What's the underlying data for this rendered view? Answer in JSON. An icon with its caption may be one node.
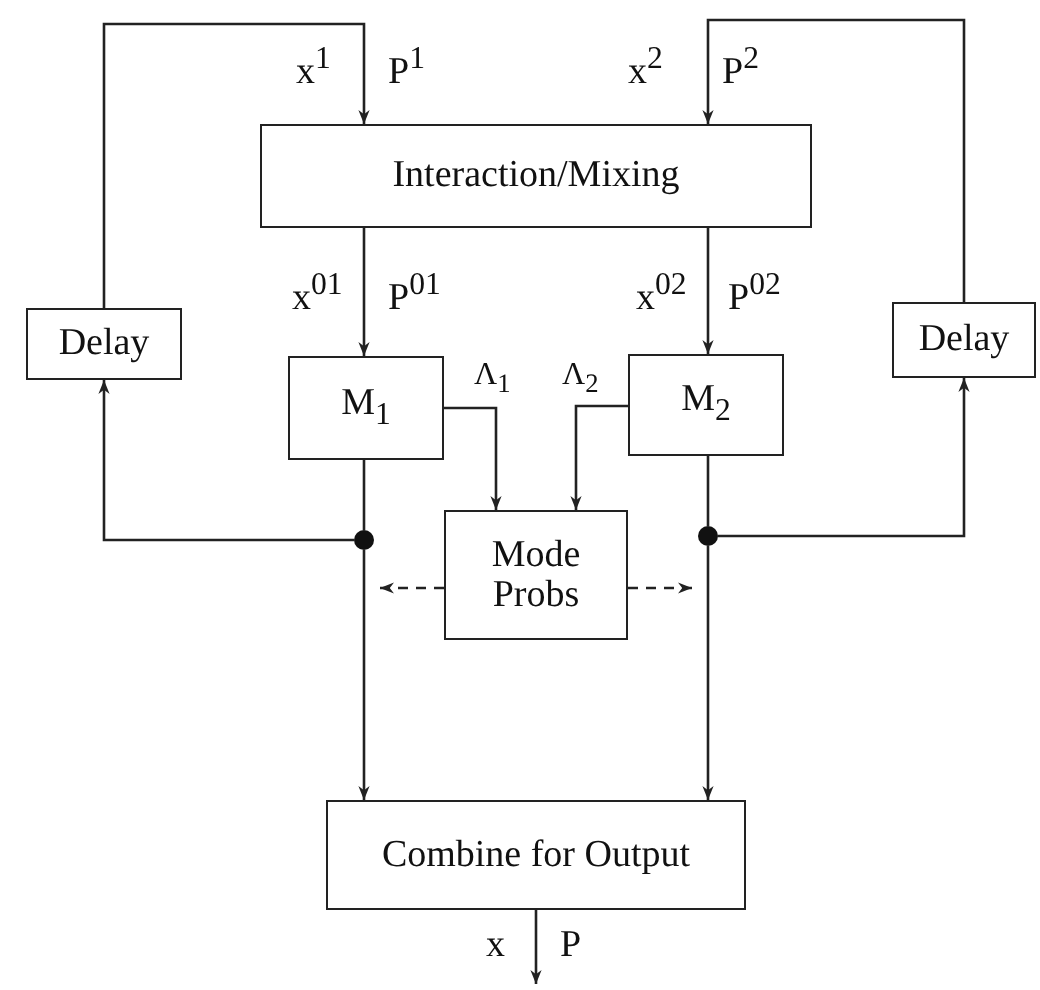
{
  "diagram": {
    "nodes": [
      {
        "text": [
          "Interaction/Mixing"
        ]
      },
      {
        "text": [
          "Delay"
        ]
      },
      {
        "text": [
          "M$_{1}$"
        ]
      },
      {
        "text": [
          "M$_{2}$"
        ]
      },
      {
        "text": [
          "Delay"
        ]
      },
      {
        "text": [
          "Mode Probs"
        ]
      },
      {
        "text": [
          "Combine for Output"
        ]
      },
      {
        "text": [],
        "shape": "circle"
      },
      {
        "text": [],
        "shape": "circle"
      }
    ],
    "edges": [
      {
        "from": 1,
        "to": 0,
        "arrow": "to"
      },
      {
        "from": 4,
        "to": 0,
        "arrow": "to"
      },
      {
        "from": 0,
        "to": 2,
        "arrow": "to"
      },
      {
        "from": 0,
        "to": 3,
        "arrow": "to"
      },
      {
        "from": 2,
        "to": 5,
        "arrow": "to",
        "label": "Λ$_{1}$"
      },
      {
        "from": 3,
        "to": 5,
        "arrow": "to",
        "label": "Λ$_{2}$"
      },
      {
        "from": 2,
        "to": 7,
        "arrow": "none"
      },
      {
        "from": 7,
        "to": 1,
        "arrow": "to"
      },
      {
        "from": 7,
        "to": 6,
        "arrow": "to"
      },
      {
        "from": 3,
        "to": 8,
        "arrow": "none"
      },
      {
        "from": 8,
        "to": 4,
        "arrow": "to"
      },
      {
        "from": 8,
        "to": 6,
        "arrow": "to"
      },
      {
        "from": 5,
        "to": 7,
        "arrow": "to",
        "style": "dashed"
      },
      {
        "from": 5,
        "to": 8,
        "arrow": "to",
        "style": "dashed"
      },
      {
        "from": 6,
        "to": null,
        "arrow": "to"
      }
    ],
    "labels": [
      "x$^{1}$",
      "P$^{1}$",
      "x$^{2}$",
      "P$^{2}$",
      "x$^{01}$",
      "P$^{01}$",
      "x$^{02}$",
      "P$^{02}$",
      "x",
      "P"
    ]
  }
}
